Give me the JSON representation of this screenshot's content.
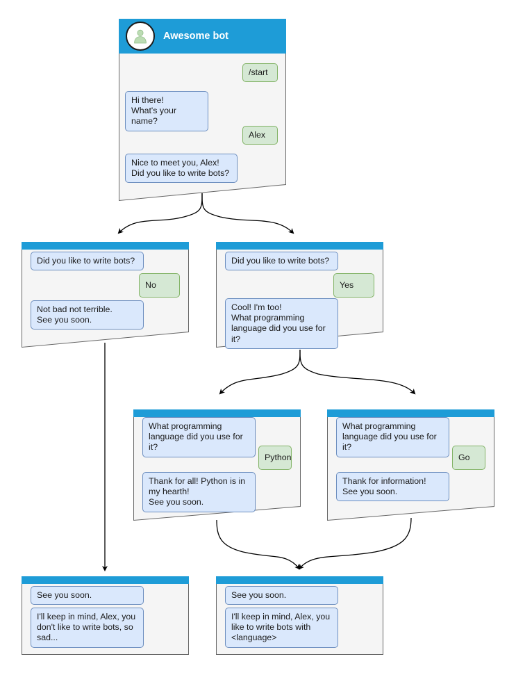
{
  "diagram": {
    "title": "Awesome bot conversation flow",
    "colors": {
      "header_blue": "#1e9cd7",
      "card_body": "#f5f5f5",
      "card_border": "#666666",
      "bot_bubble_fill": "#dae8fc",
      "bot_bubble_border": "#6c8ebf",
      "user_bubble_fill": "#d5e8d4",
      "user_bubble_border": "#82b366",
      "edge_stroke": "#000000",
      "avatar_person": "#b9d9b0",
      "background": "#ffffff"
    }
  },
  "nodes": [
    {
      "id": "root",
      "name": "start-node",
      "header_title": "Awesome bot",
      "has_avatar": true,
      "avatar_icon": "person-avatar-icon",
      "messages": [
        {
          "role": "user",
          "text": "/start"
        },
        {
          "role": "bot",
          "text": "Hi there!\nWhat's your name?"
        },
        {
          "role": "user",
          "text": "Alex"
        },
        {
          "role": "bot",
          "text": "Nice to meet you, Alex!\nDid you like to write bots?"
        }
      ]
    },
    {
      "id": "no-branch",
      "name": "no-branch-node",
      "header_title": "",
      "has_avatar": false,
      "messages": [
        {
          "role": "bot",
          "text": "Did you like to write bots?"
        },
        {
          "role": "user",
          "text": "No"
        },
        {
          "role": "bot",
          "text": "Not bad not terrible.\nSee you soon."
        }
      ]
    },
    {
      "id": "yes-branch",
      "name": "yes-branch-node",
      "header_title": "",
      "has_avatar": false,
      "messages": [
        {
          "role": "bot",
          "text": "Did you like to write bots?"
        },
        {
          "role": "user",
          "text": "Yes"
        },
        {
          "role": "bot",
          "text": "Cool! I'm too!\nWhat programming\nlanguage did you use for it?"
        }
      ]
    },
    {
      "id": "python-branch",
      "name": "python-branch-node",
      "header_title": "",
      "has_avatar": false,
      "messages": [
        {
          "role": "bot",
          "text": "What programming\nlanguage did you use for it?"
        },
        {
          "role": "user",
          "text": "Python"
        },
        {
          "role": "bot",
          "text": "Thank for all! Python is in\nmy hearth!\nSee you soon."
        }
      ]
    },
    {
      "id": "go-branch",
      "name": "go-branch-node",
      "header_title": "",
      "has_avatar": false,
      "messages": [
        {
          "role": "bot",
          "text": "What programming\nlanguage did you use for it?"
        },
        {
          "role": "user",
          "text": "Go"
        },
        {
          "role": "bot",
          "text": "Thank for information!\nSee you soon."
        }
      ]
    },
    {
      "id": "end-sad",
      "name": "end-sad-node",
      "header_title": "",
      "has_avatar": false,
      "messages": [
        {
          "role": "bot",
          "text": "See you soon."
        },
        {
          "role": "bot",
          "text": "I'll keep in mind, Alex, you\ndon't like to write bots, so\nsad..."
        }
      ]
    },
    {
      "id": "end-happy",
      "name": "end-happy-node",
      "header_title": "",
      "has_avatar": false,
      "messages": [
        {
          "role": "bot",
          "text": "See you soon."
        },
        {
          "role": "bot",
          "text": "I'll keep in mind, Alex, you\nlike to write bots with\n<language>"
        }
      ]
    }
  ],
  "text": {
    "root": {
      "header": "Awesome bot",
      "m0": "/start",
      "m1": "Hi there!\nWhat's your name?",
      "m2": "Alex",
      "m3": "Nice to meet you, Alex!\nDid you like to write bots?"
    },
    "no_branch": {
      "m0": "Did you like to write bots?",
      "m1": "No",
      "m2": "Not bad not terrible.\nSee you soon."
    },
    "yes_branch": {
      "m0": "Did you like to write bots?",
      "m1": "Yes",
      "m2": "Cool! I'm too!\nWhat programming\nlanguage did you use for it?"
    },
    "python_branch": {
      "m0": "What programming\nlanguage did you use for it?",
      "m1": "Python",
      "m2": "Thank for all! Python is in\nmy hearth!\nSee you soon."
    },
    "go_branch": {
      "m0": "What programming\nlanguage did you use for it?",
      "m1": "Go",
      "m2": "Thank for information!\nSee you soon."
    },
    "end_sad": {
      "m0": "See you soon.",
      "m1": "I'll keep in mind, Alex, you\ndon't like to write bots, so\nsad..."
    },
    "end_happy": {
      "m0": "See you soon.",
      "m1": "I'll keep in mind, Alex, you\nlike to write bots with\n<language>"
    }
  }
}
